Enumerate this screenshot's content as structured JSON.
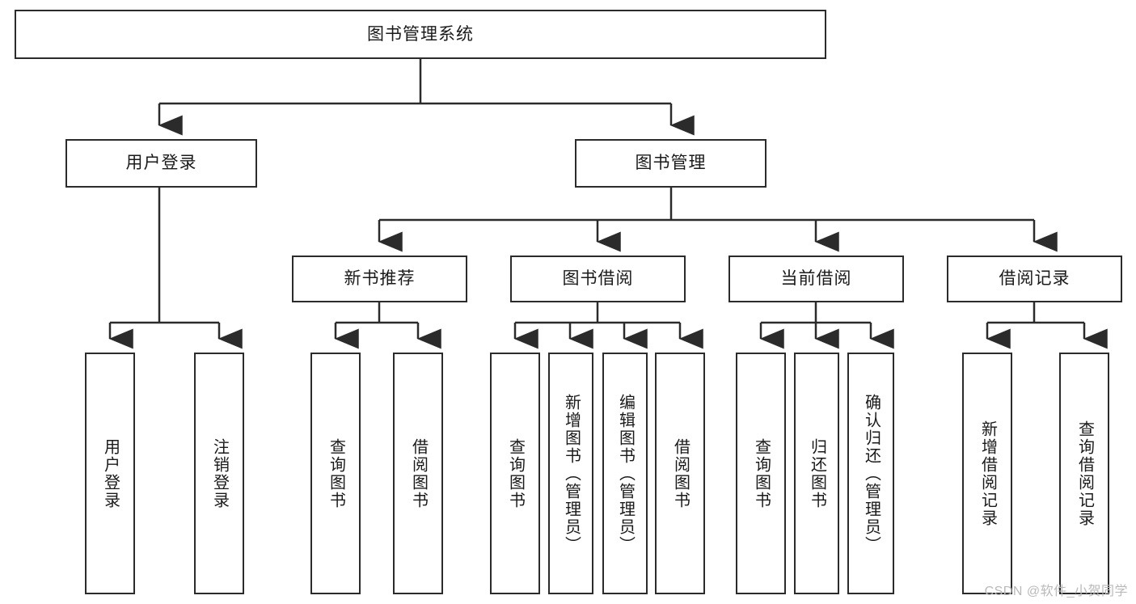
{
  "diagram": {
    "type": "tree-hierarchy-chart",
    "title_node": {
      "label": "图书管理系统"
    },
    "level2": [
      {
        "id": "user-login",
        "label": "用户登录"
      },
      {
        "id": "book-management",
        "label": "图书管理"
      }
    ],
    "level3": [
      {
        "id": "new-book-recommend",
        "label": "新书推荐",
        "parent": "book-management"
      },
      {
        "id": "book-borrow",
        "label": "图书借阅",
        "parent": "book-management"
      },
      {
        "id": "current-borrow",
        "label": "当前借阅",
        "parent": "book-management"
      },
      {
        "id": "borrow-record",
        "label": "借阅记录",
        "parent": "book-management"
      }
    ],
    "leaves": {
      "user_login": [
        {
          "id": "leaf-user-login",
          "label": "用户登录"
        },
        {
          "id": "leaf-user-logout",
          "label": "注销登录"
        }
      ],
      "new_book_recommend": [
        {
          "id": "leaf-query-book-1",
          "label": "查询图书"
        },
        {
          "id": "leaf-borrow-book-1",
          "label": "借阅图书"
        }
      ],
      "book_borrow": [
        {
          "id": "leaf-query-book-2",
          "label": "查询图书"
        },
        {
          "id": "leaf-add-book",
          "label": "新增图书（管理员）"
        },
        {
          "id": "leaf-edit-book",
          "label": "编辑图书（管理员）"
        },
        {
          "id": "leaf-borrow-book-2",
          "label": "借阅图书"
        }
      ],
      "current_borrow": [
        {
          "id": "leaf-query-book-3",
          "label": "查询图书"
        },
        {
          "id": "leaf-return-book",
          "label": "归还图书"
        },
        {
          "id": "leaf-confirm-return",
          "label": "确认归还（管理员）"
        }
      ],
      "borrow_record": [
        {
          "id": "leaf-add-record",
          "label": "新增借阅记录"
        },
        {
          "id": "leaf-query-record",
          "label": "查询借阅记录"
        }
      ]
    },
    "colors": {
      "border": "#2b2b2b",
      "background": "#ffffff",
      "text": "#1a1a1a",
      "watermark": "#b9b9b9"
    }
  },
  "watermark": {
    "text": "CSDN @软件_小贺同学"
  }
}
